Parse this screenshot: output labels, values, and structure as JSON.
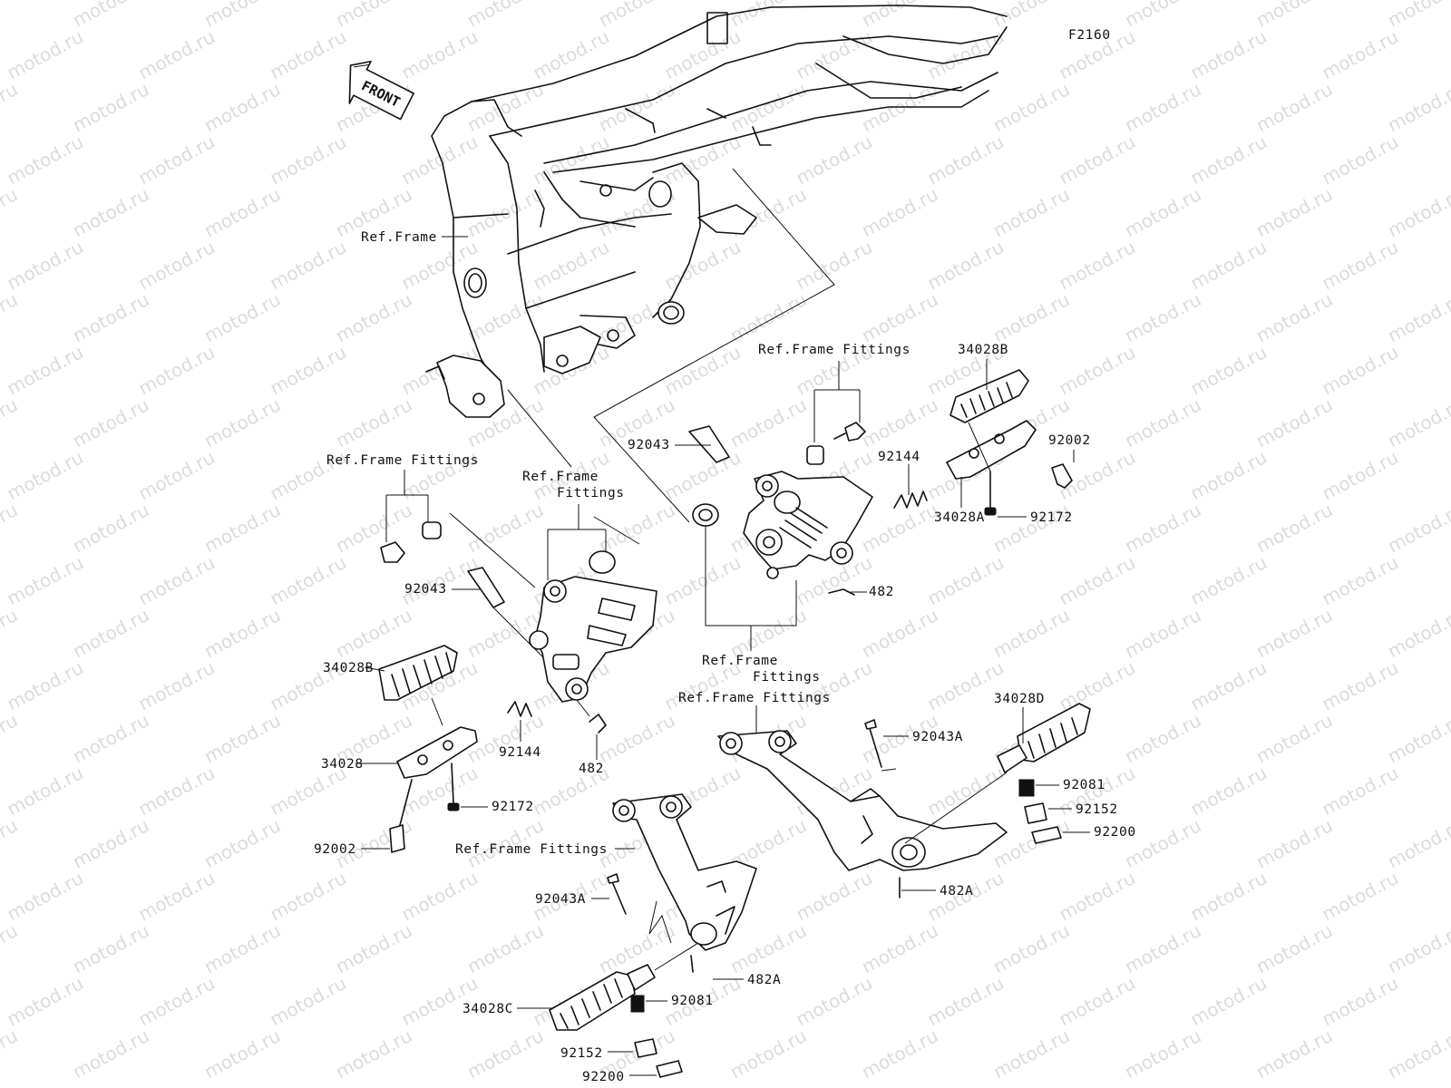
{
  "diagram_code": "F2160",
  "front_arrow_label": "FRONT",
  "watermark_text": "motod.ru",
  "labels": {
    "ref_frame": "Ref.Frame",
    "rff_top": "Ref.Frame Fittings",
    "rff_left": "Ref.Frame Fittings",
    "rff_mid_l1": "Ref.Frame",
    "rff_mid_l2": "Fittings",
    "rff_right_l1": "Ref.Frame",
    "rff_right_l2": "Fittings",
    "rff_rear_right": "Ref.Frame Fittings",
    "rff_rear_left": "Ref.Frame Fittings",
    "p_92043_right": "92043",
    "p_92043_left": "92043",
    "p_34028B_right": "34028B",
    "p_92002_right": "92002",
    "p_92144_right": "92144",
    "p_34028A": "34028A",
    "p_92172_right": "92172",
    "p_482_right": "482",
    "p_34028B_left": "34028B",
    "p_92144_left": "92144",
    "p_482_left": "482",
    "p_34028": "34028",
    "p_92172_left": "92172",
    "p_92002_left": "92002",
    "p_34028D": "34028D",
    "p_92043A_right": "92043A",
    "p_92081_right": "92081",
    "p_92152_right": "92152",
    "p_92200_right": "92200",
    "p_482A_right": "482A",
    "p_92043A_left": "92043A",
    "p_482A_left": "482A",
    "p_34028C": "34028C",
    "p_92081_left": "92081",
    "p_92152_left": "92152",
    "p_92200_left": "92200"
  }
}
